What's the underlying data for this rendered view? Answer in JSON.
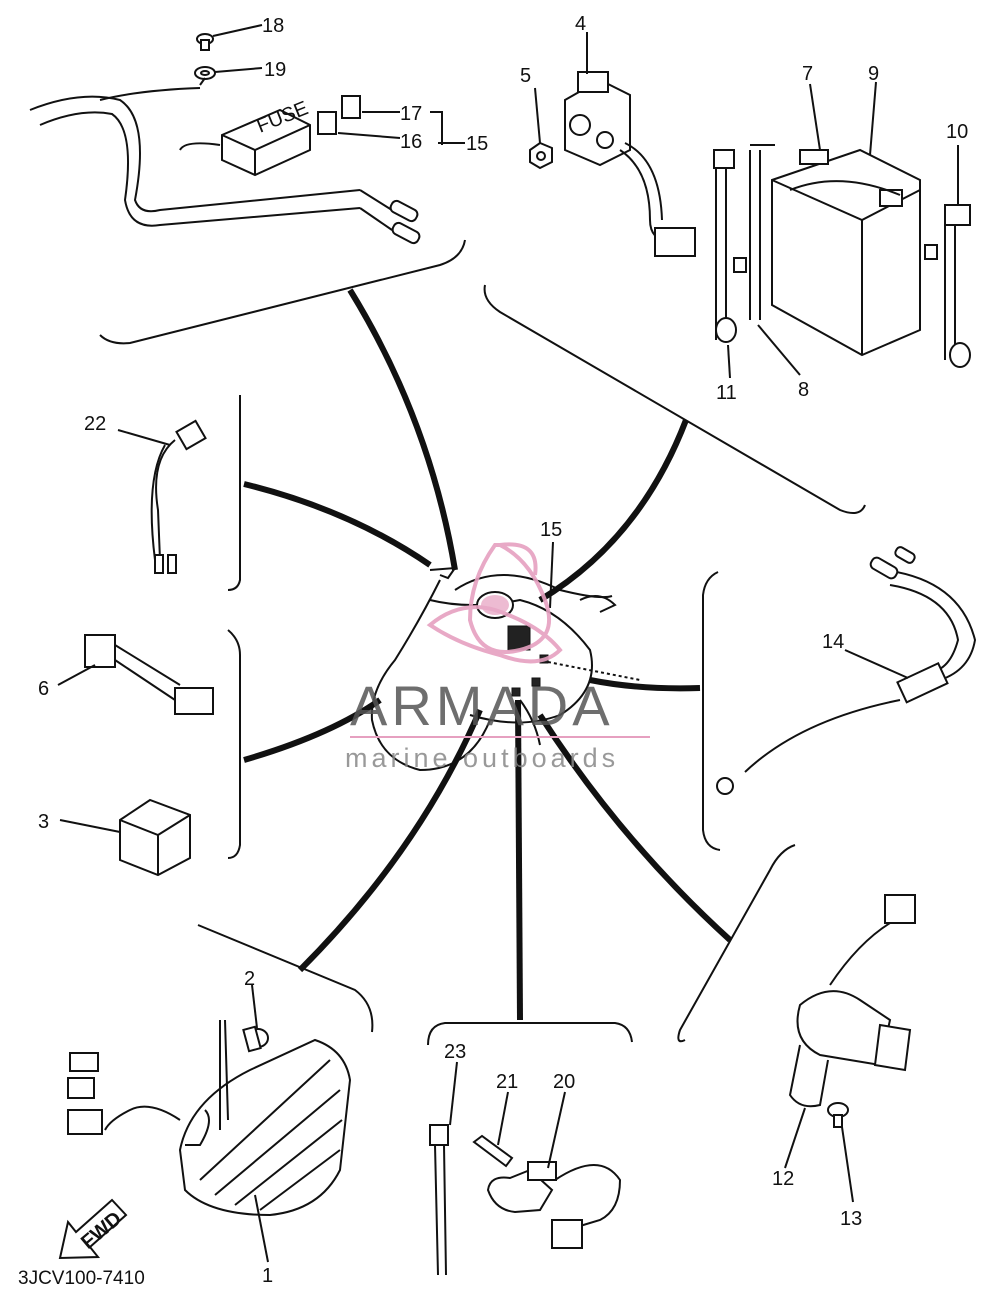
{
  "diagram_code": "3JCV100-7410",
  "watermark": {
    "brand": "ARMADA",
    "tagline": "marine outboards",
    "color": "#e6a0c0"
  },
  "fwd_label": "FWD",
  "callouts": {
    "n1": "1",
    "n2": "2",
    "n3": "3",
    "n4": "4",
    "n5": "5",
    "n6": "6",
    "n7": "7",
    "n8": "8",
    "n9": "9",
    "n10": "10",
    "n11": "11",
    "n12": "12",
    "n13": "13",
    "n14": "14",
    "n15a": "15",
    "n15b": "15",
    "n16": "16",
    "n17": "17",
    "n18": "18",
    "n19": "19",
    "n20": "20",
    "n21": "21",
    "n22": "22",
    "n23": "23"
  },
  "fuse_box_label": "FUSE"
}
